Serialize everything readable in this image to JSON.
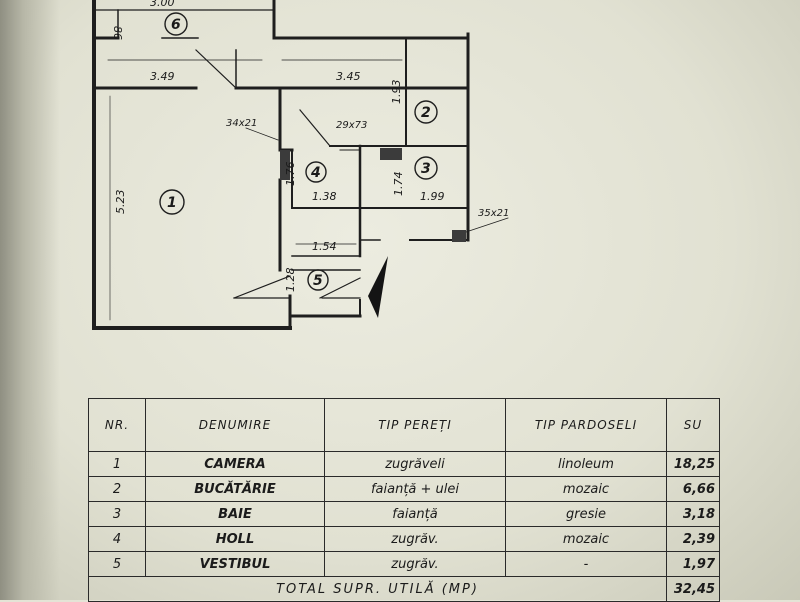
{
  "plan": {
    "dims": {
      "top_partial": "3.00",
      "d_86": "86",
      "d_349": "3.49",
      "d_345": "3.45",
      "d_193": "1.93",
      "d_34x21": "34x21",
      "d_29x73": "29x73",
      "d_176": "1.76",
      "d_138": "1.38",
      "d_174": "1.74",
      "d_199": "1.99",
      "d_35x21": "35x21",
      "d_523": "5.23",
      "d_154": "1.54",
      "d_128": "1.28"
    },
    "rooms": {
      "r1": "1",
      "r2": "2",
      "r3": "3",
      "r4": "4",
      "r5": "5",
      "r6": "6"
    }
  },
  "legend": {
    "headers": {
      "nr": "NR.",
      "denumire": "DENUMIRE",
      "pereti": "TIP PEREȚI",
      "pardoseli": "TIP PARDOSELI",
      "su": "SU"
    },
    "rows": [
      {
        "nr": "1",
        "denumire": "CAMERA",
        "pereti": "zugrăveli",
        "pardoseli": "linoleum",
        "su": "18,25"
      },
      {
        "nr": "2",
        "denumire": "BUCĂTĂRIE",
        "pereti": "faianță + ulei",
        "pardoseli": "mozaic",
        "su": "6,66"
      },
      {
        "nr": "3",
        "denumire": "BAIE",
        "pereti": "faianță",
        "pardoseli": "gresie",
        "su": "3,18"
      },
      {
        "nr": "4",
        "denumire": "HOLL",
        "pereti": "zugrăv.",
        "pardoseli": "mozaic",
        "su": "2,39"
      },
      {
        "nr": "5",
        "denumire": "VESTIBUL",
        "pereti": "zugrăv.",
        "pardoseli": "-",
        "su": "1,97"
      }
    ],
    "total": {
      "label": "TOTAL SUPR. UTILĂ (MP)",
      "value": "32,45"
    }
  }
}
